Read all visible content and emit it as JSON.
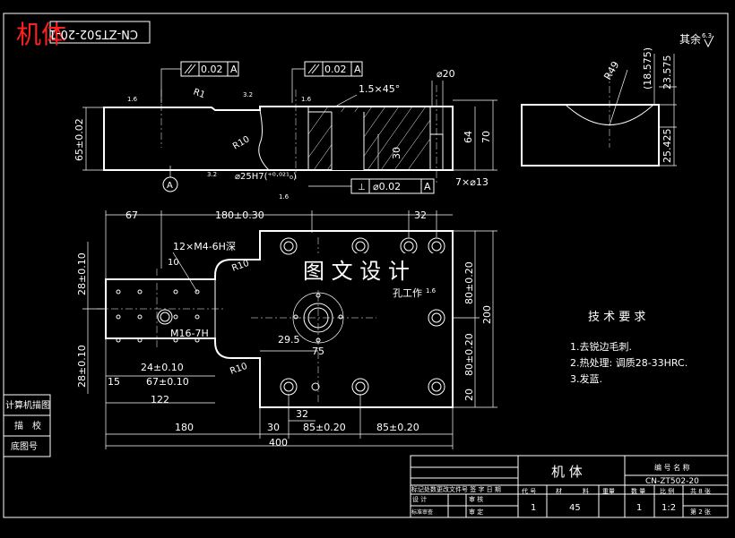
{
  "stamp": {
    "title": "机体",
    "code": "CN-ZT502-20-1",
    "color": "#ff2020"
  },
  "surface_note": "其余",
  "surface_note_value": "6.3",
  "front": {
    "tol_left": "0.02",
    "tol_left_datum": "A",
    "tol_right": "0.02",
    "tol_right_datum": "A",
    "chamfer": "1.5×45°",
    "dia20": "⌀20",
    "r1": "R1",
    "r10": "R10",
    "ra16a": "1.6",
    "ra32a": "3.2",
    "ra16b": "1.6",
    "ra32b": "3.2",
    "ra16c": "1.6",
    "h65": "65±0.02",
    "h64": "64",
    "h70": "70",
    "h30": "30",
    "bore": "⌀25H7(⁺⁰·⁰²¹₀)",
    "perp_tol": "⌀0.02",
    "perp_datum": "A",
    "holes": "7×⌀13",
    "datum": "A"
  },
  "side": {
    "r49": "R49",
    "d18": "(18.575)",
    "d23": "23.575",
    "d25": "25.425"
  },
  "plan": {
    "d67": "67",
    "d180": "180±0.30",
    "d32a": "32",
    "tap12": "12×M4-6H深",
    "d10": "10",
    "r10a": "R10",
    "r10b": "R10",
    "d28a": "28±0.10",
    "d28b": "28±0.10",
    "d80a": "80±0.20",
    "d80b": "80±0.20",
    "d200": "200",
    "d20": "20",
    "tap16": "M16-7H",
    "d29": "29.5",
    "d75": "75",
    "d24": "24±0.10",
    "d15": "15",
    "d67b": "67±0.10",
    "d122": "122",
    "d180b": "180",
    "d30": "30",
    "d32b": "32",
    "d85a": "85±0.20",
    "d85b": "85±0.20",
    "d400": "400",
    "remark": "孔工作",
    "remark_ra": "1.6"
  },
  "watermark": "图 文 设 计",
  "tech": {
    "title": "技 术 要 求",
    "items": [
      "1.去锐边毛刺.",
      "2.热处理: 调质28-33HRC.",
      "3.发蓝."
    ]
  },
  "left_table": [
    "计算机描图",
    "描　校",
    "底图号"
  ],
  "title_block": {
    "part_name": "机 体",
    "code_label": "编 号 名 称",
    "code": "CN-ZT502-20",
    "revision_header": "标记处数更改文件号 签 字 日 期",
    "col_headers": [
      "代 号",
      "材",
      "料",
      "重量",
      "数 量",
      "比 例",
      "共 8 张"
    ],
    "row_code": "1",
    "row_material": "45",
    "row_qty": "1",
    "row_scale": "1:2",
    "sheet": "第 2 张",
    "design": "设 计",
    "review": "审 核",
    "std": "标准审查",
    "process": "审 定"
  }
}
